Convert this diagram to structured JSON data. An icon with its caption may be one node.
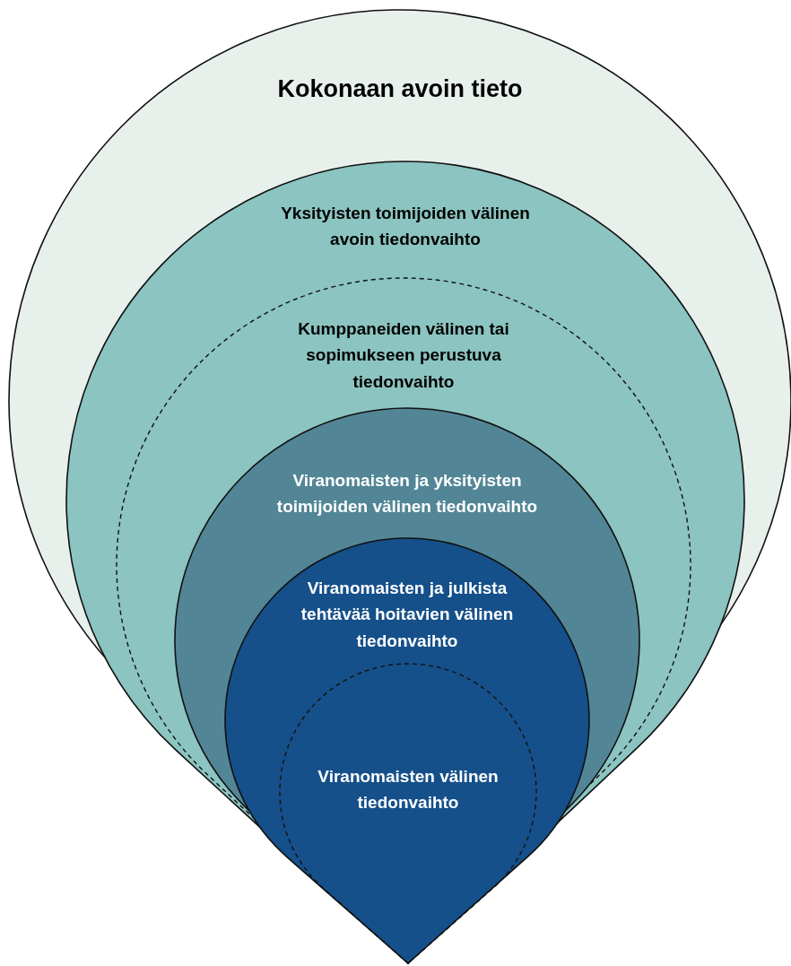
{
  "diagram": {
    "nodes": [
      {
        "text": [
          "Kokonaan avoin tieto"
        ]
      },
      {
        "text": [
          "Yksityisten toimijoiden välinen avoin tiedonvaihto"
        ],
        "in": 0
      },
      {
        "text": [
          "Kumppaneiden välinen tai sopimukseen perustuva tiedonvaihto"
        ],
        "in": 1
      },
      {
        "text": [
          "Viranomaisten ja yksityisten toimijoiden välinen tiedonvaihto"
        ],
        "in": 2
      },
      {
        "text": [
          "Viranomaisten ja julkista tehtävää hoitavien välinen tiedonvaihto"
        ],
        "in": 3
      },
      {
        "text": [
          "Viranomaisten välinen tiedonvaihto"
        ],
        "in": 4
      }
    ]
  }
}
